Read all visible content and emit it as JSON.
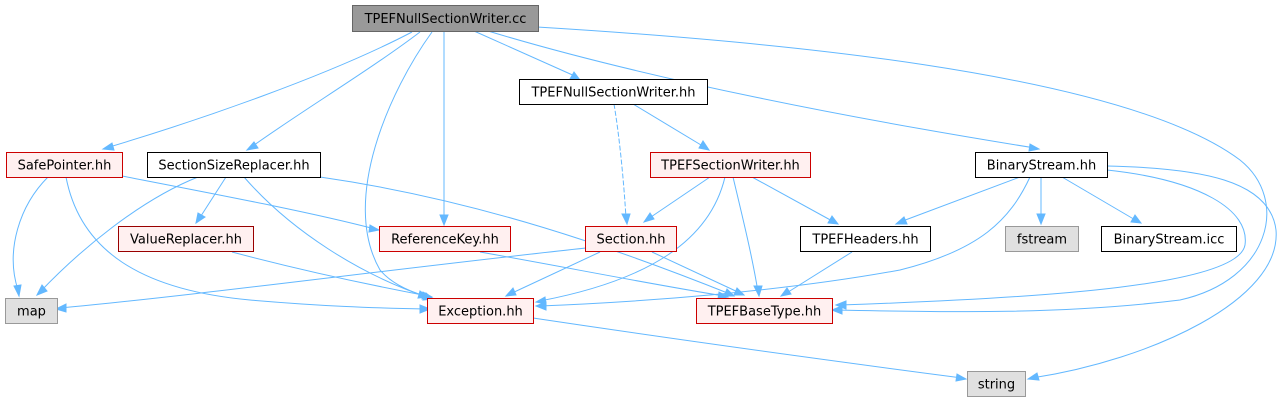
{
  "graph": {
    "nodes": {
      "root": {
        "label": "TPEFNullSectionWriter.cc",
        "style": "root"
      },
      "nswh": {
        "label": "TPEFNullSectionWriter.hh",
        "style": "plain"
      },
      "sp": {
        "label": "SafePointer.hh",
        "style": "red"
      },
      "ssr": {
        "label": "SectionSizeReplacer.hh",
        "style": "plain"
      },
      "tsw": {
        "label": "TPEFSectionWriter.hh",
        "style": "red"
      },
      "bs": {
        "label": "BinaryStream.hh",
        "style": "plain"
      },
      "vr": {
        "label": "ValueReplacer.hh",
        "style": "darkred"
      },
      "rk": {
        "label": "ReferenceKey.hh",
        "style": "red"
      },
      "sec": {
        "label": "Section.hh",
        "style": "red"
      },
      "th": {
        "label": "TPEFHeaders.hh",
        "style": "plain"
      },
      "fs": {
        "label": "fstream",
        "style": "gray"
      },
      "bsi": {
        "label": "BinaryStream.icc",
        "style": "plain"
      },
      "map": {
        "label": "map",
        "style": "gray"
      },
      "exc": {
        "label": "Exception.hh",
        "style": "red"
      },
      "tbt": {
        "label": "TPEFBaseType.hh",
        "style": "red"
      },
      "str": {
        "label": "string",
        "style": "gray"
      }
    }
  }
}
